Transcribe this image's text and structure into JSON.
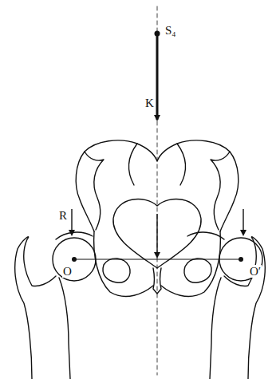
{
  "diagram": {
    "labels": [
      "S₄",
      "K",
      "R",
      "O",
      "O′"
    ]
  }
}
